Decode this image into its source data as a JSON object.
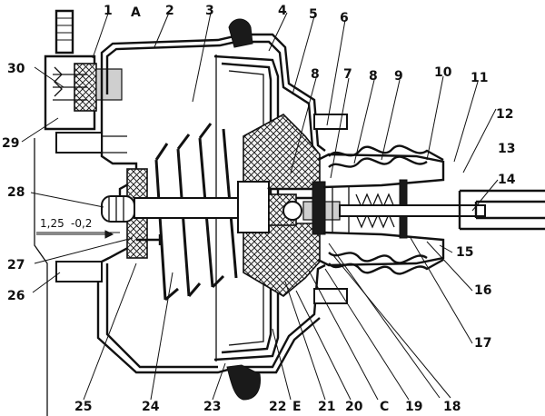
{
  "diagram": {
    "labels": {
      "l1": "1",
      "lA": "A",
      "l2": "2",
      "l3": "3",
      "l4": "4",
      "l5": "5",
      "l6": "6",
      "l7": "7",
      "l8a": "8",
      "l8b": "8",
      "l9": "9",
      "l10": "10",
      "l11": "11",
      "l12": "12",
      "l13": "13",
      "l14": "14",
      "l15": "15",
      "l16": "16",
      "l17": "17",
      "l18": "18",
      "l19": "19",
      "lC": "C",
      "l20": "20",
      "l21": "21",
      "lE": "E",
      "l22": "22",
      "l23": "23",
      "l24": "24",
      "l25": "25",
      "l26": "26",
      "l27": "27",
      "l28": "28",
      "l29": "29",
      "l30": "30"
    },
    "dimension": "1,25",
    "dimension_tolerance": "-0,2"
  }
}
